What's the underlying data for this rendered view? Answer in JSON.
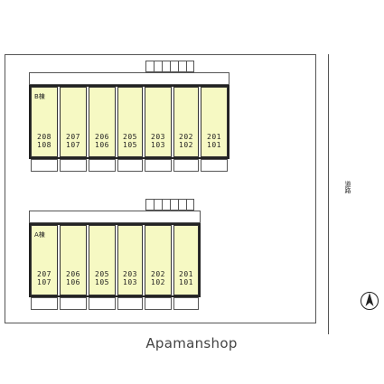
{
  "buildings": [
    {
      "label": "B棟",
      "units": [
        {
          "upper": "208",
          "lower": "108"
        },
        {
          "upper": "207",
          "lower": "107"
        },
        {
          "upper": "206",
          "lower": "106"
        },
        {
          "upper": "205",
          "lower": "105"
        },
        {
          "upper": "203",
          "lower": "103"
        },
        {
          "upper": "202",
          "lower": "102"
        },
        {
          "upper": "201",
          "lower": "101"
        }
      ]
    },
    {
      "label": "A棟",
      "units": [
        {
          "upper": "207",
          "lower": "107"
        },
        {
          "upper": "206",
          "lower": "106"
        },
        {
          "upper": "205",
          "lower": "105"
        },
        {
          "upper": "203",
          "lower": "103"
        },
        {
          "upper": "202",
          "lower": "102"
        },
        {
          "upper": "201",
          "lower": "101"
        }
      ]
    }
  ],
  "road_label": "道路",
  "north_icon": "north-arrow-icon",
  "watermark": "Apamanshop",
  "colors": {
    "unit_fill": "#f6f9c3",
    "line": "#333333"
  }
}
